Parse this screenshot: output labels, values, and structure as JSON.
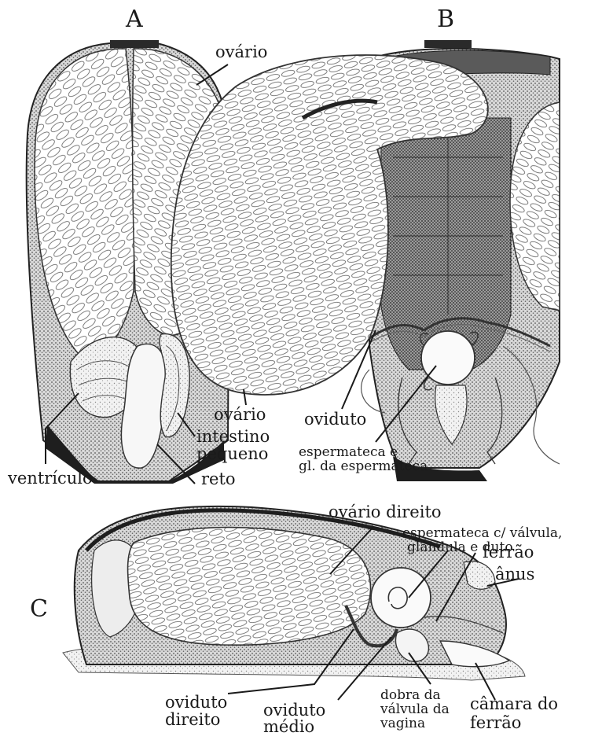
{
  "panels": {
    "a": "A",
    "b": "B",
    "c": "C"
  },
  "labels": {
    "ovario_a": "ovário",
    "ovario_b": "ovário",
    "intestino": "intestino",
    "pequeno": "pequeno",
    "ventriculo": "ventrículo",
    "reto": "reto",
    "oviduto": "oviduto",
    "espermateca_1": "espermateca e",
    "espermateca_2": "gl. da espermateca",
    "ovario_direito": "ovário direito",
    "esp_valvula_1": "espermateca c/ válvula,",
    "esp_valvula_2": "glândula e duto",
    "ferrao": "ferrão",
    "anus": "ânus",
    "oviduto_direito_1": "oviduto",
    "oviduto_direito_2": "direito",
    "oviduto_medio_1": "oviduto",
    "oviduto_medio_2": "médio",
    "dobra_1": "dobra da",
    "dobra_2": "válvula da",
    "dobra_3": "vagina",
    "camara_1": "câmara do",
    "camara_2": "ferrão"
  }
}
